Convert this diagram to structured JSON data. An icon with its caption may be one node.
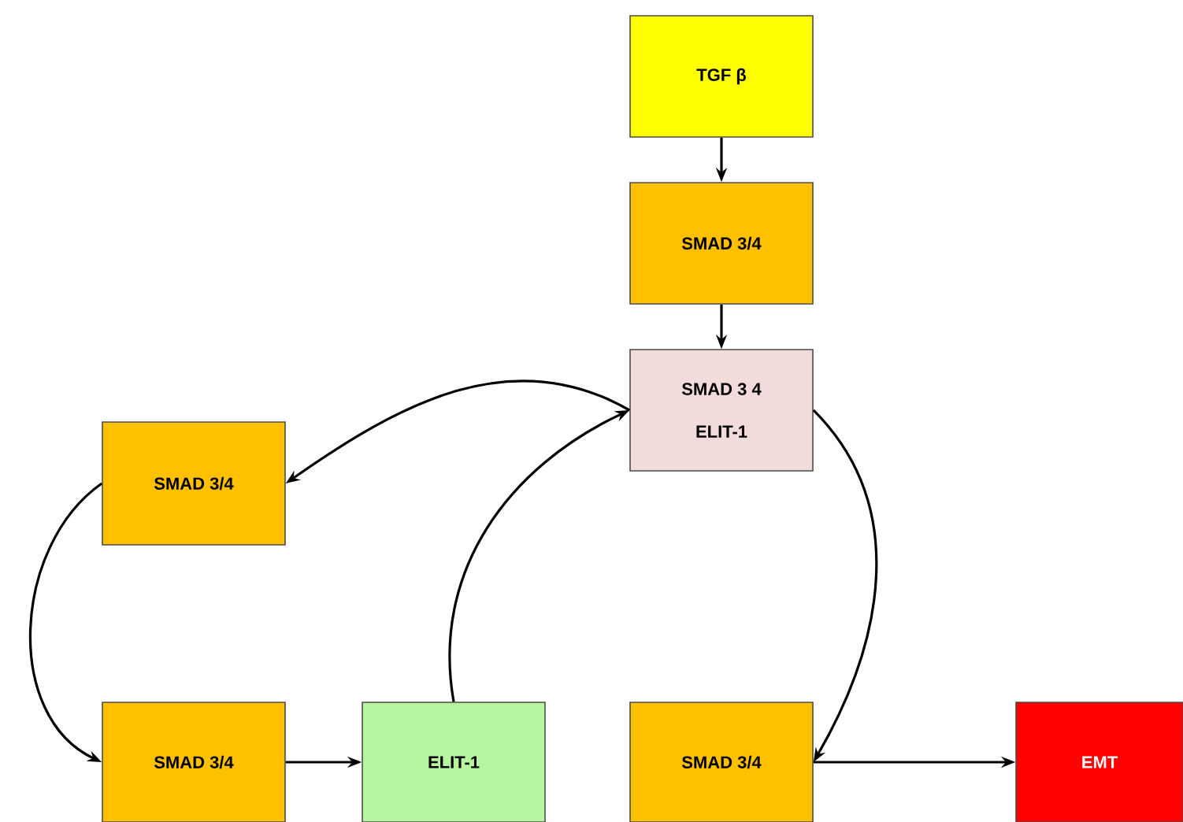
{
  "diagram": {
    "nodes": [
      {
        "text": [
          "TGF β"
        ]
      },
      {
        "text": [
          "SMAD 3/4"
        ]
      },
      {
        "text": [
          "SMAD 3 4",
          "ELIT-1"
        ]
      },
      {
        "text": [
          "SMAD 3/4"
        ]
      },
      {
        "text": [
          "SMAD 3/4"
        ]
      },
      {
        "text": [
          "ELIT-1"
        ]
      },
      {
        "text": [
          "SMAD 3/4"
        ]
      },
      {
        "text": [
          "EMT"
        ]
      }
    ],
    "edges": [
      {
        "from": 0,
        "to": 1,
        "arrow": "to"
      },
      {
        "from": 1,
        "to": 2,
        "arrow": "to"
      },
      {
        "from": 2,
        "to": 3,
        "arrow": "to"
      },
      {
        "from": 3,
        "to": 4,
        "arrow": "to"
      },
      {
        "from": 4,
        "to": 5,
        "arrow": "to"
      },
      {
        "from": 5,
        "to": 2,
        "arrow": "to"
      },
      {
        "from": 2,
        "to": 6,
        "arrow": "to"
      },
      {
        "from": 6,
        "to": 7,
        "arrow": "to"
      }
    ]
  }
}
